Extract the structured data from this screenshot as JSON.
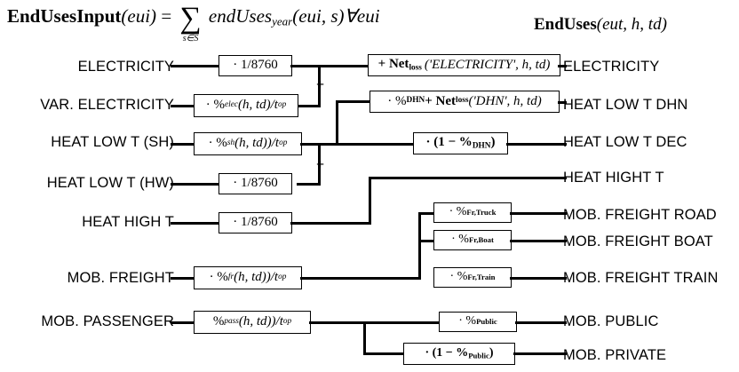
{
  "header": {
    "left_formula": {
      "name_bold": "EndUsesInput",
      "arg": "(eui)",
      "equals": "=",
      "sigma": "∑",
      "sigma_sub": "s∈S",
      "term": "endUses",
      "term_sub": "year",
      "term_arg": "(eui, s)",
      "forall": "∀eui"
    },
    "right_formula": {
      "name_bold": "EndUses",
      "arg": "(eut, h, td)"
    }
  },
  "inputs": [
    {
      "label": "ELECTRICITY"
    },
    {
      "label": "VAR. ELECTRICITY"
    },
    {
      "label": "HEAT LOW T (SH)"
    },
    {
      "label": "HEAT LOW T (HW)"
    },
    {
      "label": "HEAT HIGH T"
    },
    {
      "label": "MOB. FREIGHT"
    },
    {
      "label": "MOB. PASSENGER"
    }
  ],
  "outputs": [
    {
      "label": "ELECTRICITY"
    },
    {
      "label": "HEAT LOW T DHN"
    },
    {
      "label": "HEAT LOW T DEC"
    },
    {
      "label": "HEAT HIGHT T"
    },
    {
      "label": "MOB. FREIGHT ROAD"
    },
    {
      "label": "MOB. FREIGHT BOAT"
    },
    {
      "label": "MOB. FREIGHT TRAIN"
    },
    {
      "label": "MOB. PUBLIC"
    },
    {
      "label": "MOB. PRIVATE"
    }
  ],
  "boxes": {
    "elec_hours": "· 1/8760",
    "hw_hours": "· 1/8760",
    "hight_hours": "· 1/8760",
    "var_elec": {
      "dot": "· %",
      "sub": "elec",
      "rest": "(h, td)/t",
      "rest_sub": "op"
    },
    "sh_share": {
      "dot": "· %",
      "sub": "sh",
      "rest": "(h, td))/t",
      "rest_sub": "op"
    },
    "fr_share": {
      "dot": "· %",
      "sub": "fr",
      "rest": "(h, td))/t",
      "rest_sub": "op"
    },
    "pass_share": {
      "dot": "%",
      "sub": "pass",
      "rest": "(h, td))/t",
      "rest_sub": "op"
    },
    "net_loss_elec": {
      "lead": "+ Net",
      "sub": "loss",
      "arg": "('ELECTRICITY', h, td)"
    },
    "dhn_net_loss": {
      "lead": "· %",
      "sub1": "DHN",
      "mid": " + Net",
      "sub2": "loss",
      "arg": "('DHN', h, td)"
    },
    "dhn_complement": {
      "text": "· (1 − %",
      "sub": "DHN",
      "tail": ")"
    },
    "fr_truck": {
      "text": "· %",
      "sub": "Fr,Truck"
    },
    "fr_boat": {
      "text": "· %",
      "sub": "Fr,Boat"
    },
    "fr_train": {
      "text": "· %",
      "sub": "Fr,Train"
    },
    "public": {
      "text": "· %",
      "sub": "Public"
    },
    "private": {
      "text": "· (1 − %",
      "sub": "Public",
      "tail": ")"
    }
  },
  "operators": {
    "plus_1": "+",
    "plus_2": "+"
  },
  "colors": {
    "line": "#000000",
    "background": "#ffffff",
    "text": "#000000"
  }
}
